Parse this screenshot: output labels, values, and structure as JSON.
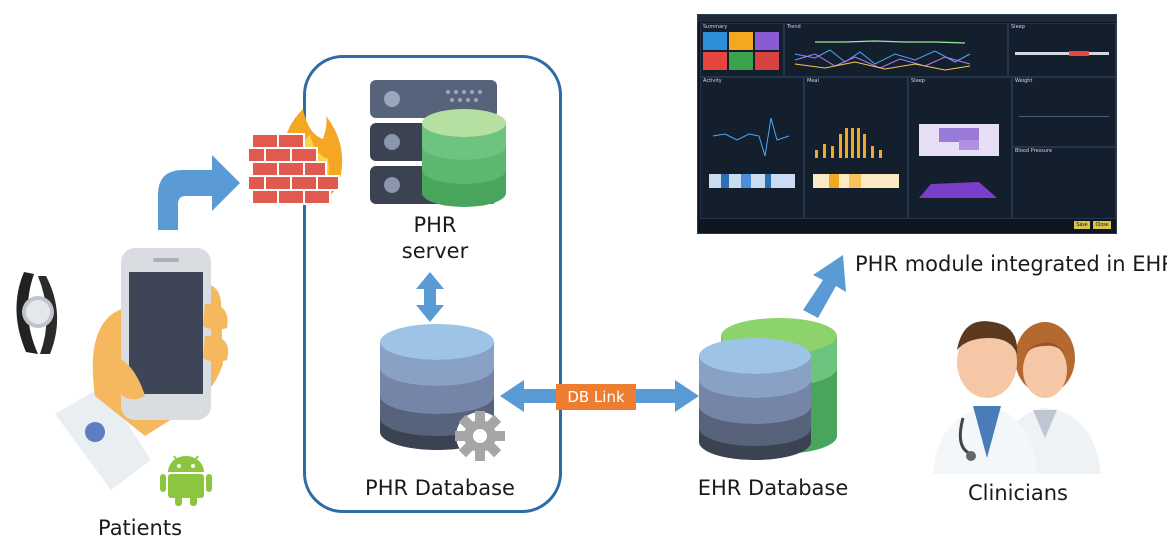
{
  "labels": {
    "phr_server_line1": "PHR",
    "phr_server_line2": "server",
    "phr_database": "PHR Database",
    "db_link": "DB Link",
    "ehr_database": "EHR Database",
    "phr_module": "PHR module integrated in EHR",
    "clinicians": "Clinicians",
    "patients": "Patients"
  },
  "dashboard": {
    "panel_titles": [
      "Summary",
      "Trend",
      "Sleep",
      "Activity",
      "Meal",
      "Sleep",
      "Weight",
      "Blood Pressure"
    ],
    "buttons": [
      "Save",
      "Close"
    ]
  },
  "colors": {
    "arrow": "#5b9bd5",
    "db_link": "#ed7d31",
    "boundary": "#2e6aa6",
    "db_top": "#9dc3e6",
    "db_mid1": "#8aa1c6",
    "db_mid2": "#56637a",
    "db_base": "#3b4252",
    "green_db": "#70ad47",
    "firewall": "#e05a4f",
    "flame": "#f5a623",
    "android": "#8cc63f"
  },
  "icons": [
    "firewall-icon",
    "server-icon",
    "database-icon",
    "gear-icon",
    "smartphone-icon",
    "hand-icon",
    "wristband-icon",
    "android-icon",
    "doctors-icon"
  ]
}
